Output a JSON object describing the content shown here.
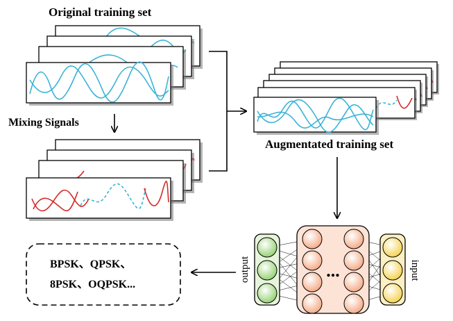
{
  "labels": {
    "original": "Original training set",
    "mixing": "Mixing Signals",
    "augmented": "Augmentated training set",
    "output": "output",
    "input": "input",
    "dots": "...",
    "classes_line1": "BPSK、QPSK、",
    "classes_line2": "8PSK、OQPSK..."
  },
  "colors": {
    "signal_blue": "#3ab3d6",
    "signal_red": "#d62a2a",
    "output_node": "#8fcf6a",
    "hidden_node": "#f4a57f",
    "input_node": "#f5cf45"
  },
  "network": {
    "output_nodes": 3,
    "hidden_nodes_per_layer": 4,
    "hidden_layers_shown": 2,
    "input_nodes": 3
  }
}
